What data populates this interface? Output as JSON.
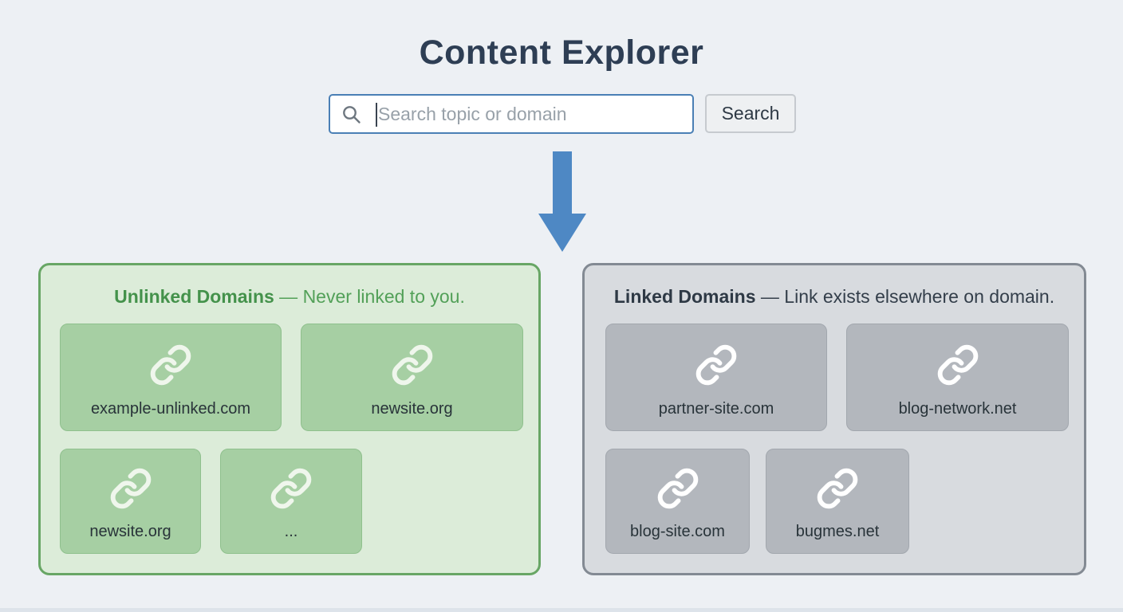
{
  "page": {
    "title": "Content Explorer",
    "background_color": "#edf0f4",
    "arrow_color": "#4e88c4",
    "arrow_icon": "down-arrow-icon"
  },
  "search": {
    "placeholder": "Search topic or domain",
    "value": "",
    "icon": "search-icon",
    "button_label": "Search",
    "border_color": "#4a7fb5"
  },
  "panels": [
    {
      "id": "unlinked",
      "title_bold": "Unlinked Domains",
      "title_rest": " — Never linked to you.",
      "accent_color": "#68a665",
      "card_color": "#a6cfa3",
      "card_icon": "link-icon",
      "domains": [
        "example-unlinked.com",
        "newsite.org",
        "newsite.org",
        "..."
      ]
    },
    {
      "id": "linked",
      "title_bold": "Linked Domains",
      "title_rest": " — Link exists elsewhere on domain.",
      "accent_color": "#838a93",
      "card_color": "#b3b7bd",
      "card_icon": "link-icon",
      "domains": [
        "partner-site.com",
        "blog-network.net",
        "blog-site.com",
        "bugmes.net"
      ]
    }
  ]
}
